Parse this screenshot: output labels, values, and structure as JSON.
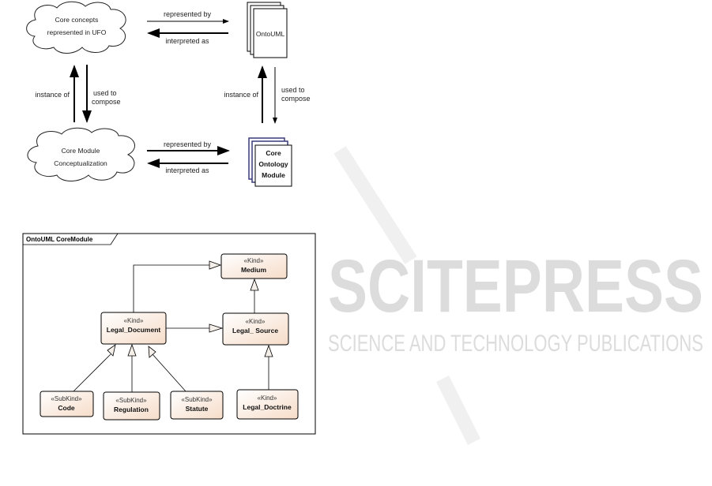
{
  "watermark": {
    "title": "SCITEPRESS",
    "subtitle": "SCIENCE AND TECHNOLOGY PUBLICATIONS"
  },
  "top_diagram": {
    "cloud_ufo": {
      "line1": "Core concepts",
      "line2": "represented in UFO"
    },
    "doc_ontouml": {
      "label": "OntoUML"
    },
    "cloud_module": {
      "line1": "Core Module",
      "line2": "Conceptualization"
    },
    "doc_core_module": {
      "line1": "Core",
      "line2": "Ontology",
      "line3": "Module"
    },
    "edges": {
      "top_represented_by": "represented by",
      "top_interpreted_as": "interpreted as",
      "bottom_represented_by": "represented by",
      "bottom_interpreted_as": "interpreted as",
      "left_instance_of": "instance of",
      "left_used_to_1": "used to",
      "left_used_to_2": "compose",
      "right_instance_of": "instance of",
      "right_used_to_1": "used to",
      "right_used_to_2": "compose"
    }
  },
  "uml_diagram": {
    "frame_title": "OntoUML CoreModule",
    "classes": {
      "medium": {
        "stereotype": "«Kind»",
        "name": "Medium"
      },
      "legal_document": {
        "stereotype": "«Kind»",
        "name": "Legal_Document"
      },
      "legal_source": {
        "stereotype": "«Kind»",
        "name": "Legal_ Source"
      },
      "code": {
        "stereotype": "«SubKind»",
        "name": "Code"
      },
      "regulation": {
        "stereotype": "«SubKind»",
        "name": "Regulation"
      },
      "statute": {
        "stereotype": "«SubKind»",
        "name": "Statute"
      },
      "legal_doctrine": {
        "stereotype": "«Kind»",
        "name": "Legal_Doctrine"
      }
    }
  }
}
